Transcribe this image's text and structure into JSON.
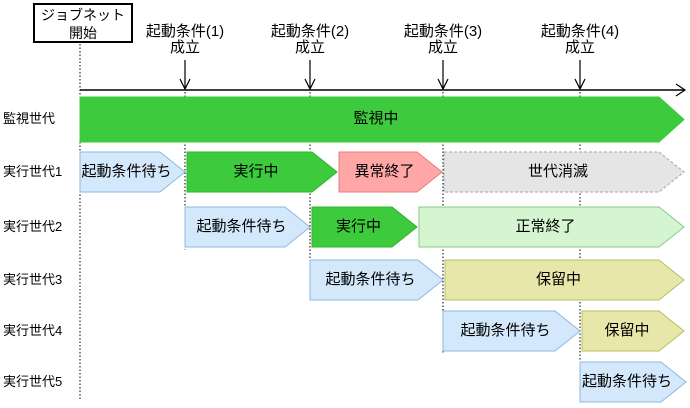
{
  "diagram": {
    "start_box": {
      "line1": "ジョブネット",
      "line2": "開始"
    },
    "conditions": [
      {
        "name": "起動条件(1)",
        "status": "成立"
      },
      {
        "name": "起動条件(2)",
        "status": "成立"
      },
      {
        "name": "起動条件(3)",
        "status": "成立"
      },
      {
        "name": "起動条件(4)",
        "status": "成立"
      }
    ],
    "rows": [
      {
        "label": "監視世代",
        "bars": [
          {
            "text": "監視中",
            "status": "monitoring"
          }
        ]
      },
      {
        "label": "実行世代1",
        "bars": [
          {
            "text": "起動条件待ち",
            "status": "waiting"
          },
          {
            "text": "実行中",
            "status": "running"
          },
          {
            "text": "異常終了",
            "status": "abnormal"
          },
          {
            "text": "世代消滅",
            "status": "vanished"
          }
        ]
      },
      {
        "label": "実行世代2",
        "bars": [
          {
            "text": "起動条件待ち",
            "status": "waiting"
          },
          {
            "text": "実行中",
            "status": "running"
          },
          {
            "text": "正常終了",
            "status": "normal_end"
          }
        ]
      },
      {
        "label": "実行世代3",
        "bars": [
          {
            "text": "起動条件待ち",
            "status": "waiting"
          },
          {
            "text": "保留中",
            "status": "hold"
          }
        ]
      },
      {
        "label": "実行世代4",
        "bars": [
          {
            "text": "起動条件待ち",
            "status": "waiting"
          },
          {
            "text": "保留中",
            "status": "hold"
          }
        ]
      },
      {
        "label": "実行世代5",
        "bars": [
          {
            "text": "起動条件待ち",
            "status": "waiting"
          }
        ]
      }
    ],
    "status_colors": {
      "monitoring": {
        "fill": "#3dcb3d",
        "border": "#3dcb3d"
      },
      "waiting": {
        "fill": "#d3e9fb",
        "border": "#8cb8e2"
      },
      "running": {
        "fill": "#3dcb3d",
        "border": "#2fb42f"
      },
      "abnormal": {
        "fill": "#ffa6a6",
        "border": "#e57f7f"
      },
      "vanished": {
        "fill": "#e5e5e5",
        "border": "#b3b3b3"
      },
      "normal_end": {
        "fill": "#d5f5d0",
        "border": "#86cd81"
      },
      "hold": {
        "fill": "#e6e7a9",
        "border": "#b9bf62"
      }
    },
    "line_color": "#000000"
  }
}
